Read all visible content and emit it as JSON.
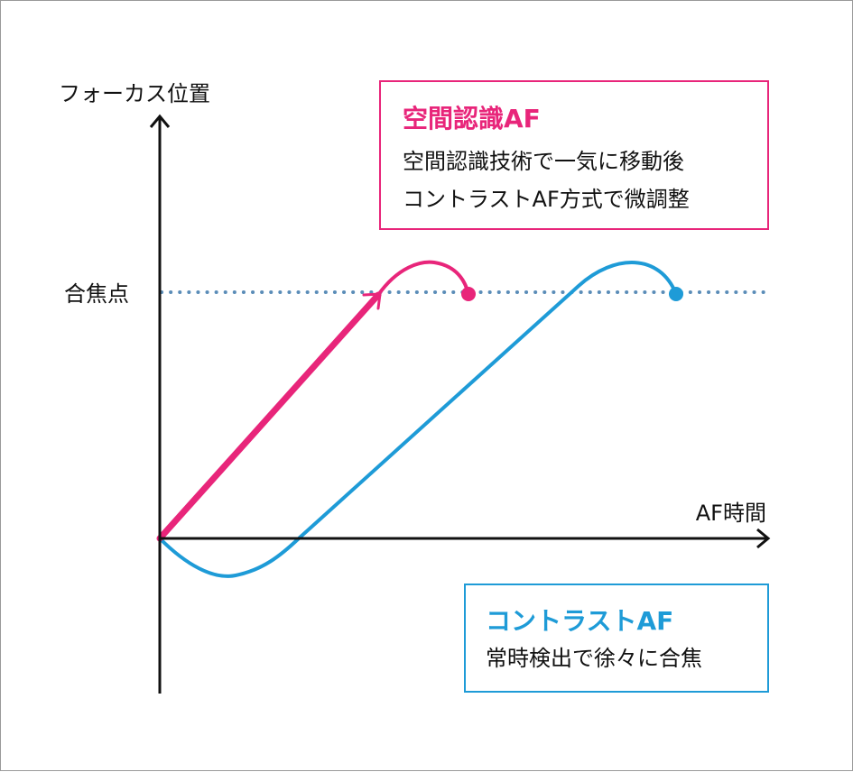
{
  "axis": {
    "y_label": "フォーカス位置",
    "x_label": "AF時間",
    "focus_point_label": "合焦点"
  },
  "spatial_af": {
    "title": "空間認識AF",
    "lines": [
      "空間認識技術で一気に移動後",
      "コントラストAF方式で微調整"
    ],
    "color": "#e8257a"
  },
  "contrast_af": {
    "title": "コントラストAF",
    "lines": [
      "常時検出で徐々に合焦"
    ],
    "color": "#1e9bd7"
  },
  "focus_line_color": "#5b8db8",
  "axis_color": "#111111"
}
